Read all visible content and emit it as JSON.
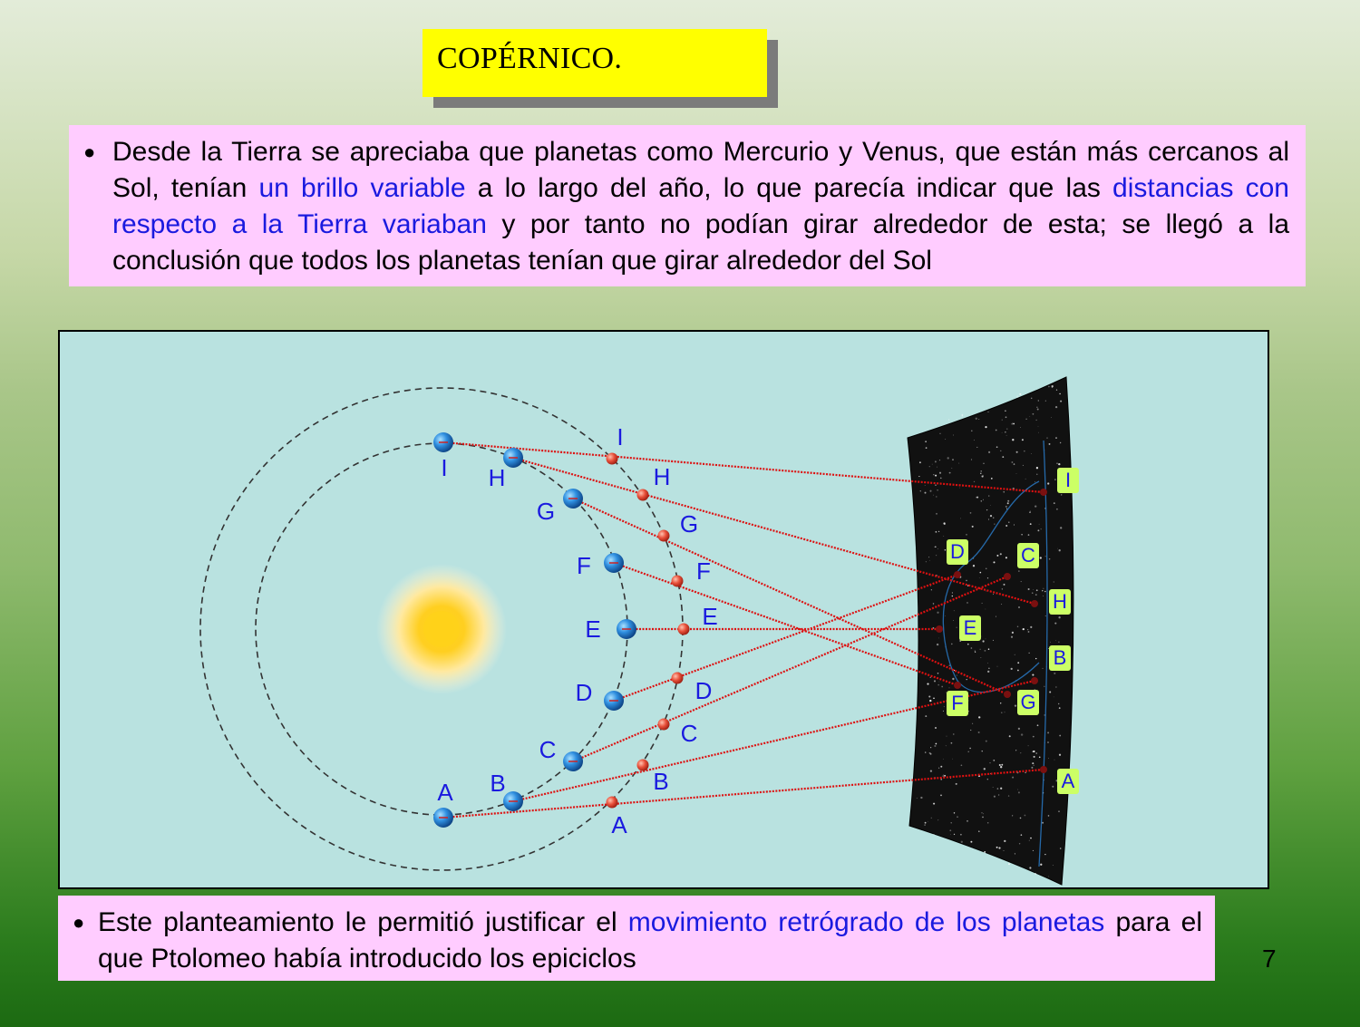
{
  "slide": {
    "title": "COPÉRNICO.",
    "page_number": "7"
  },
  "paragraph1": {
    "part1": "Desde la Tierra se apreciaba que planetas como Mercurio y Venus, que están más cercanos al Sol, tenían ",
    "highlight1": "un brillo variable",
    "part2": " a lo largo del año, lo que parecía indicar que las ",
    "highlight2": "distancias con respecto a la Tierra variaban",
    "part3": " y por tanto no podían girar alrededor de esta; se llegó a la conclusión que todos los planetas tenían que girar alrededor del Sol"
  },
  "paragraph2": {
    "part1": "Este planteamiento le permitió justificar el ",
    "highlight": "movimiento retrógrado de los planetas",
    "part2": " para el que Ptolomeo había introducido los epiciclos"
  },
  "diagram": {
    "letters": [
      "A",
      "B",
      "C",
      "D",
      "E",
      "F",
      "G",
      "H",
      "I"
    ],
    "sky_labels": [
      "I",
      "D",
      "C",
      "H",
      "E",
      "B",
      "F",
      "G",
      "A"
    ],
    "colors": {
      "earth": "#2f8fe0",
      "planet": "#e8503a",
      "sightline": "#dd1111",
      "label_text": "#1a1adf",
      "sky_label_bg": "#ccff66",
      "sky": "#111111",
      "sun": "#ffd21a"
    }
  }
}
